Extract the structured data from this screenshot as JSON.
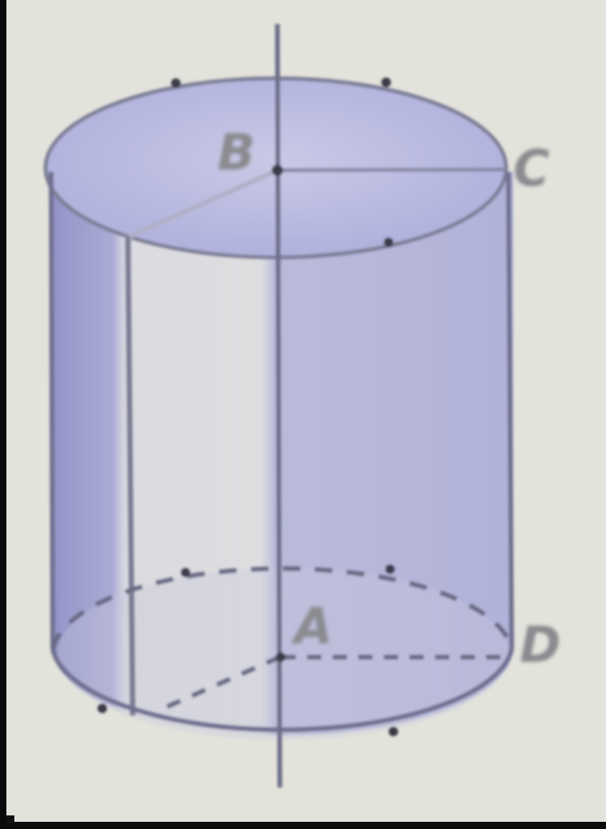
{
  "figure": {
    "labels": {
      "top_center": "B",
      "top_right": "C",
      "bottom_center": "A",
      "bottom_right": "D"
    },
    "colors": {
      "paper": "#e3e3dc",
      "cylinder_fill": "#a6a7d6",
      "top_face": "#b9badf",
      "edge": "#7d7e96",
      "label": "#8a8a8f",
      "dot": "#3a3a48"
    }
  }
}
